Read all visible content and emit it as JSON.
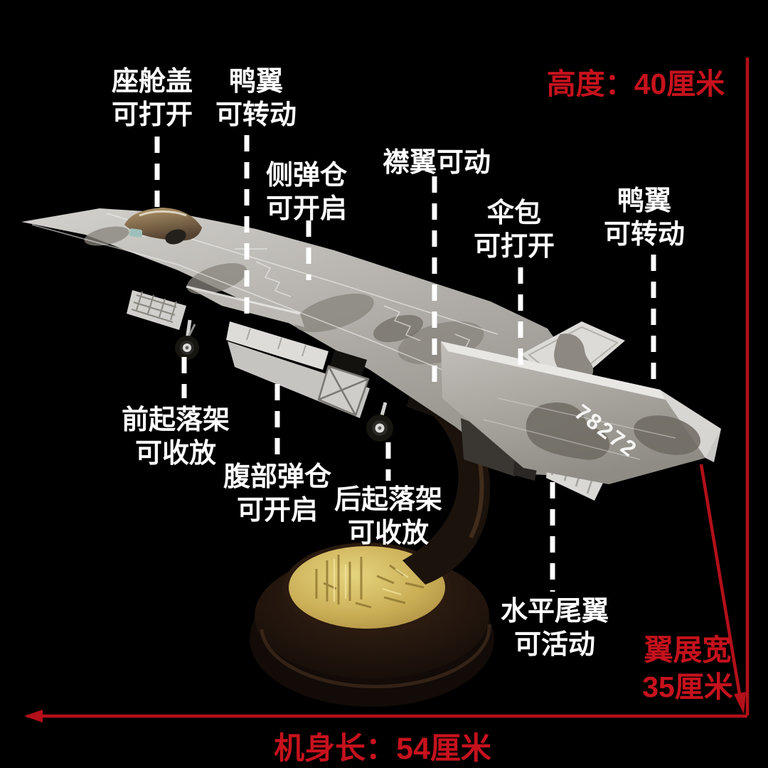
{
  "scene": {
    "description": "Annotated product photo: die-cast J-20 stealth fighter model displayed on a round dark stand with gold medallion base",
    "background_color": "#000000"
  },
  "colors": {
    "accent_red": "#c6121d",
    "dimension_line_red": "#b3101a",
    "label_white": "#ffffff",
    "fuselage_gray": "#b5b2ad",
    "camo_gray": "#75716a",
    "canopy_amber": "#8e7350",
    "stand_brown": "#1b120c",
    "medal_gold": "#c9ad55"
  },
  "feature_labels": {
    "canopy": {
      "line1": "座舱盖",
      "line2": "可打开"
    },
    "canard_left": {
      "line1": "鸭翼",
      "line2": "可转动"
    },
    "side_bay": {
      "line1": "侧弹仓",
      "line2": "可开启"
    },
    "flaps": {
      "line1": "襟翼可动"
    },
    "parachute": {
      "line1": "伞包",
      "line2": "可打开"
    },
    "canard_right": {
      "line1": "鸭翼",
      "line2": "可转动"
    },
    "front_gear": {
      "line1": "前起落架",
      "line2": "可收放"
    },
    "belly_bay": {
      "line1": "腹部弹仓",
      "line2": "可开启"
    },
    "rear_gear": {
      "line1": "后起落架",
      "line2": "可收放"
    },
    "horizontal_tail": {
      "line1": "水平尾翼",
      "line2": "可活动"
    }
  },
  "dimensions": {
    "height": "高度：40厘米",
    "wingspan_line1": "翼展宽",
    "wingspan_line2": "35厘米",
    "length": "机身长：54厘米"
  },
  "aircraft": {
    "tail_number": "78272"
  }
}
